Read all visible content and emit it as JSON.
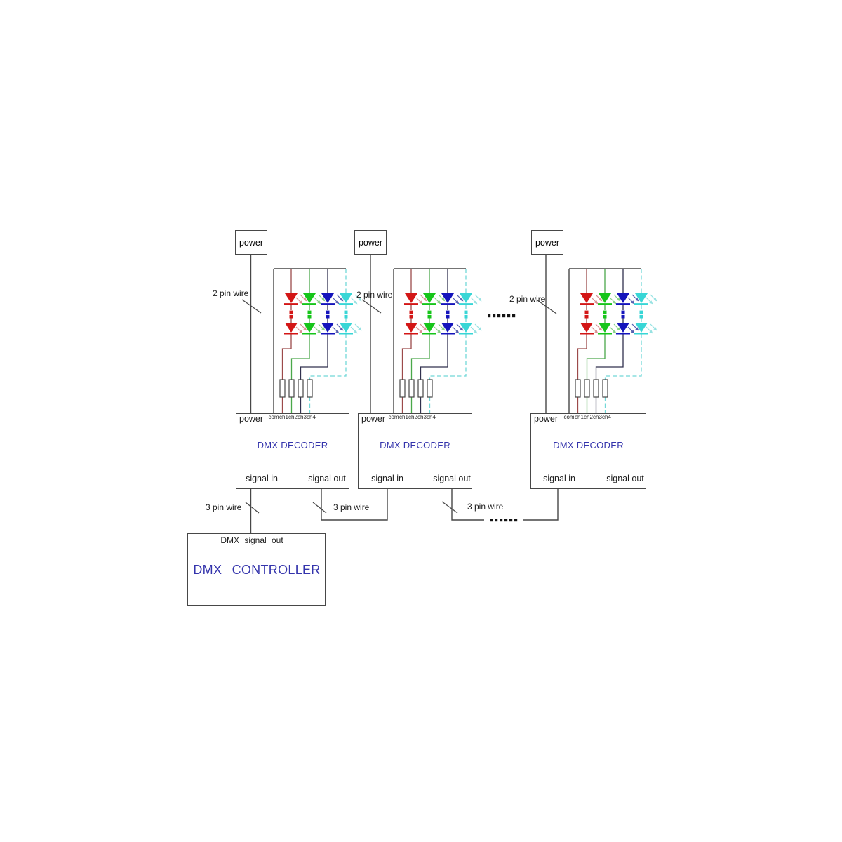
{
  "units": {
    "count": 3,
    "led_strings_per_unit": 4,
    "leds_shown_per_string": 2
  },
  "power_box": {
    "label": "power"
  },
  "wire_labels": {
    "two_pin": "2 pin wire",
    "three_pin": "3 pin wire"
  },
  "decoder": {
    "title": "DMX DECODER",
    "power_label": "power",
    "pin_labels": [
      "com",
      "ch1",
      "ch2",
      "ch3",
      "ch4"
    ],
    "signal_in_label": "signal in",
    "signal_out_label": "signal out"
  },
  "controller": {
    "title": "DMX CONTROLLER",
    "port_label": "DMX signal out"
  },
  "ellipsis": "......",
  "colors": {
    "line": "#474747",
    "text": "#1c1c1c",
    "title_blue": "#3434ac",
    "led_red": "#d31616",
    "wire_red": "#9c4a4a",
    "arrow_red": "#d89090",
    "led_green": "#16c51a",
    "wire_green": "#4aa84a",
    "arrow_green": "#86d086",
    "led_blue": "#1414bc",
    "wire_blue": "#30304e",
    "arrow_blue": "#5560b0",
    "led_cyan": "#38d6d6",
    "wire_cyan": "#72d8d8",
    "arrow_cyan": "#97e2e2"
  }
}
